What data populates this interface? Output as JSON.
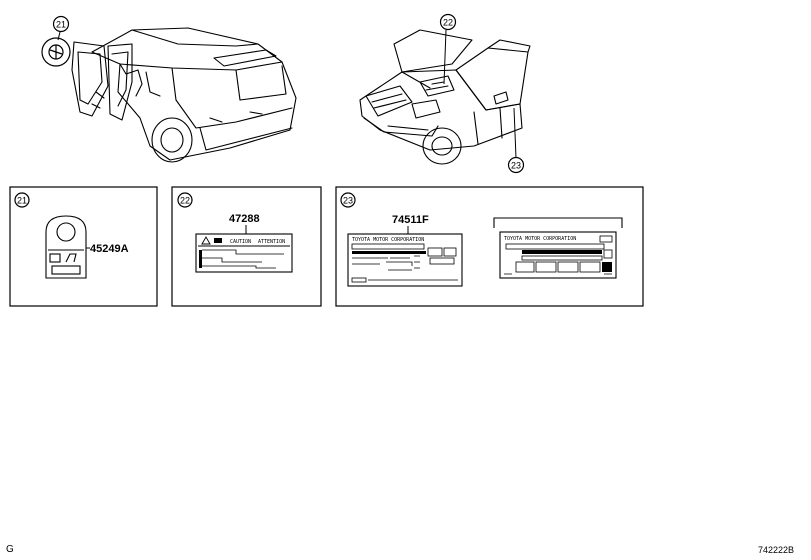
{
  "callouts": {
    "c21": "21",
    "c22": "22",
    "c23": "23"
  },
  "parts": {
    "p45249a": "45249A",
    "p47288": "47288",
    "p74511f": "74511F"
  },
  "label_text": {
    "caution": "CAUTION",
    "attention": "ATTENTION",
    "maker_left": "TOYOTA MOTOR CORPORATION",
    "maker_right": "TOYOTA MOTOR CORPORATION"
  },
  "footer": {
    "left": "G",
    "right": "742222B"
  },
  "colors": {
    "ink": "#000000",
    "paper": "#ffffff",
    "gray_fill": "#9a9a9a"
  }
}
